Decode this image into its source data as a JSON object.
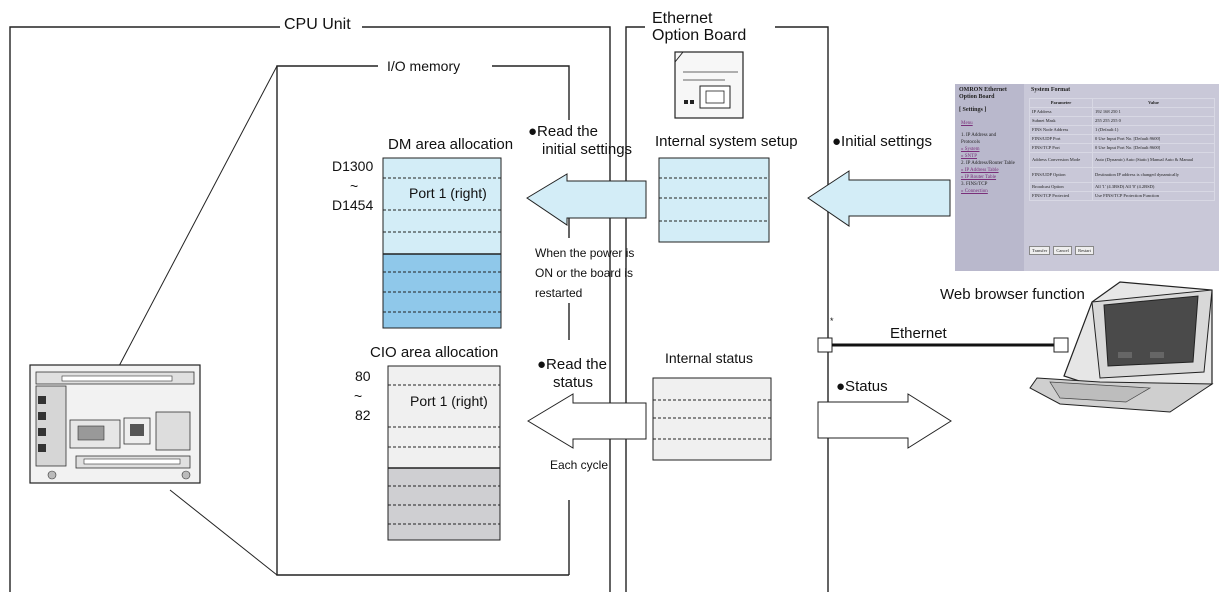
{
  "labels": {
    "cpu_unit": "CPU Unit",
    "ethernet_board_line1": "Ethernet",
    "ethernet_board_line2": "Option Board",
    "io_memory": "I/O memory",
    "dm_area": "DM area allocation",
    "dm_start": "D1300",
    "dm_tilde": "~",
    "dm_end": "D1454",
    "dm_port": "Port 1 (right)",
    "cio_area": "CIO area allocation",
    "cio_start": "80",
    "cio_tilde": "~",
    "cio_end": "82",
    "cio_port": "Port 1 (right)",
    "read_initial_line1": "●Read the",
    "read_initial_line2": "initial settings",
    "power_note_line1": "When the power is",
    "power_note_line2": "ON or the board is",
    "power_note_line3": "restarted",
    "internal_setup": "Internal system setup",
    "initial_settings": "●Initial settings",
    "web_browser": "Web browser function",
    "ethernet": "Ethernet",
    "read_status_line1": "●Read the",
    "read_status_line2": "status",
    "internal_status": "Internal status",
    "status": "●Status",
    "each_cycle": "Each cycle",
    "star": "*"
  },
  "web_page": {
    "brand_line1": "OMRON Ethernet",
    "brand_line2": "Option Board",
    "settings": "[ Settings ]",
    "menu": "Menu",
    "nav": [
      "1.  IP Address and",
      "      Protocols",
      "          » System",
      "          » SNTP",
      "2.  IP Address/Router Table",
      "          » IP Address Table",
      "          » IP Router Table",
      "3.  FINS/TCP",
      "          » Connection"
    ],
    "title": "System Format",
    "col_param": "Parameter",
    "col_value": "Value",
    "rows": [
      [
        "IP Address",
        "192   168   250   1"
      ],
      [
        "Subnet Mask",
        "255   255   255   0"
      ],
      [
        "FINS Node Address",
        "1        (Default:1)"
      ],
      [
        "FINS/UDP Port",
        "0        Use Input Port No. [Default:9600]"
      ],
      [
        "FINS/TCP Port",
        "0        Use Input Port No. [Default:9600]"
      ],
      [
        "Address Conversion Mode",
        "Auto (Dynamic)  Auto (Static)  Manual  Auto & Manual"
      ],
      [
        "FINS/UDP Option",
        "Destination IP address is changed dynamically"
      ],
      [
        "Broadcast Option",
        "All '1' (4.3BSD)  All '0' (4.2BSD)"
      ],
      [
        "FINS/TCP Protected",
        "Use FINS/TCP Protection Function"
      ]
    ],
    "buttons": [
      "Transfer",
      "Cancel",
      "Restart"
    ]
  },
  "colors": {
    "light_blue": "#d3edf7",
    "mid_blue": "#8fc8ea",
    "light_gray": "#f0f0f0",
    "mid_gray": "#cfcfd2",
    "line": "#222222"
  }
}
